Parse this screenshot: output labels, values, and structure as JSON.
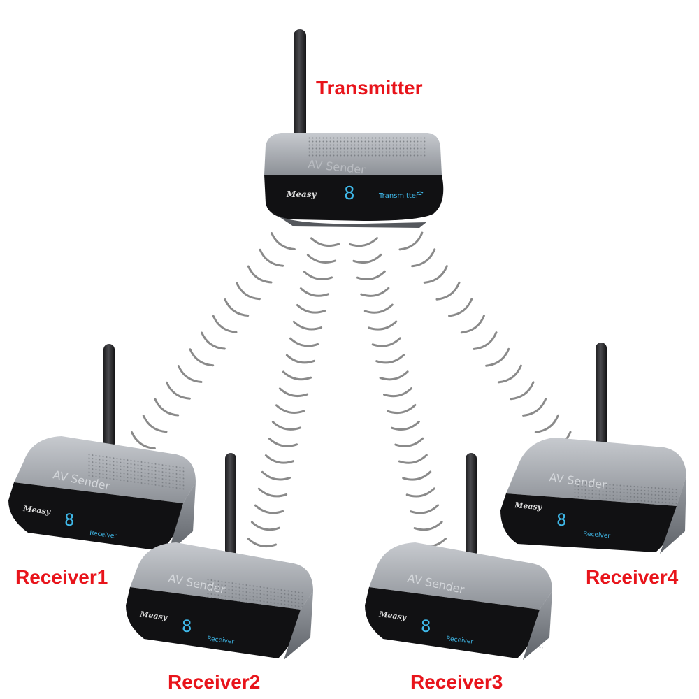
{
  "labels": {
    "transmitter": "Transmitter",
    "receiver1": "Receiver1",
    "receiver2": "Receiver2",
    "receiver3": "Receiver3",
    "receiver4": "Receiver4"
  },
  "device": {
    "brand": "Measy",
    "top_text": "AV Sender",
    "display_digit": "8",
    "transmitter_caption": "Transmitter",
    "receiver_caption": "Receiver"
  },
  "colors": {
    "label_red": "#e8141b",
    "display_cyan": "#3fb8e8",
    "body_silver": "#8f9399",
    "face_black": "#111113",
    "signal_gray": "#8a8a8a"
  }
}
